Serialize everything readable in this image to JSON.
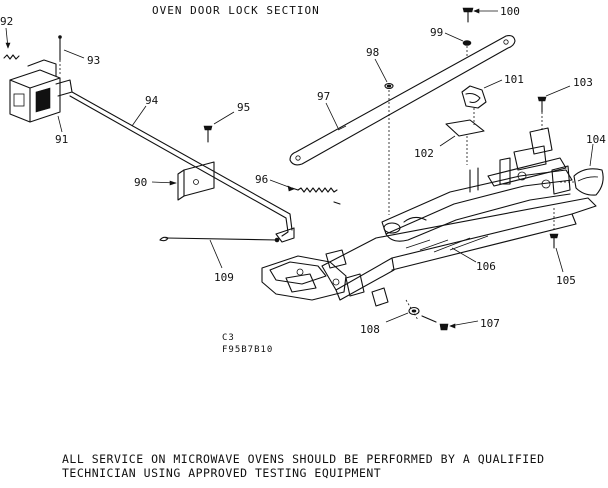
{
  "title": "OVEN DOOR LOCK SECTION",
  "callouts": {
    "c100": "100",
    "c99": "99",
    "c98": "98",
    "c97": "97",
    "c101": "101",
    "c103": "103",
    "c104": "104",
    "c102": "102",
    "c92": "92",
    "c93": "93",
    "c94": "94",
    "c95": "95",
    "c91": "91",
    "c90": "90",
    "c96": "96",
    "c109": "109",
    "c106": "106",
    "c105": "105",
    "c108": "108",
    "c107": "107"
  },
  "drawing_code": {
    "line1": "C3",
    "line2": "F95B7B10"
  },
  "footer": {
    "line1": "ALL SERVICE ON MICROWAVE OVENS SHOULD BE PERFORMED BY A QUALIFIED",
    "line2": "TECHNICIAN USING APPROVED TESTING EQUIPMENT"
  }
}
